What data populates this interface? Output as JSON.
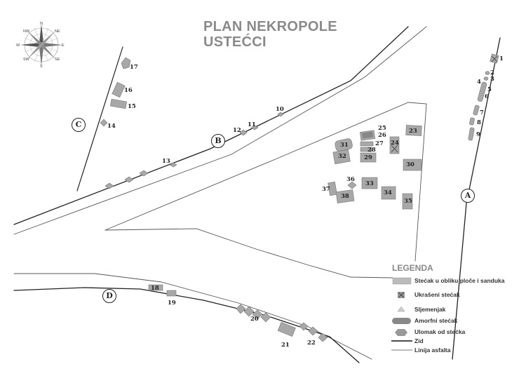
{
  "title": {
    "line1": "PLAN NEKROPOLE",
    "line2": "USTEĆCI"
  },
  "compass": {
    "directions": [
      "N",
      "NE",
      "E",
      "SE",
      "S",
      "SW",
      "W",
      "NW"
    ],
    "icon": "compass-rose-icon"
  },
  "zones": [
    "A",
    "B",
    "C",
    "D"
  ],
  "stecak_labels": [
    "1",
    "2",
    "3",
    "4",
    "5",
    "6",
    "7",
    "8",
    "9",
    "10",
    "11",
    "12",
    "13",
    "14",
    "15",
    "16",
    "17",
    "18",
    "19",
    "20",
    "21",
    "22",
    "23",
    "24",
    "25",
    "26",
    "27",
    "28",
    "29",
    "30",
    "31",
    "32",
    "33",
    "34",
    "35",
    "36",
    "37",
    "38"
  ],
  "legend": {
    "title": "LEGENDA",
    "items": [
      {
        "label": "Stećak u obliku ploče i  sanduka",
        "icon": "slab-chest-icon"
      },
      {
        "label": "Ukrašeni stećak",
        "icon": "decorated-stecak-icon"
      },
      {
        "label": "Sljemenjak",
        "icon": "gable-stecak-icon"
      },
      {
        "label": "Amorfni stećak",
        "icon": "amorphous-stecak-icon"
      },
      {
        "label": "Ulomak od stećka",
        "icon": "fragment-icon"
      },
      {
        "label": "Zid",
        "icon": "wall-line-icon"
      },
      {
        "label": "Linija asfalta",
        "icon": "asphalt-line-icon"
      }
    ]
  },
  "colors": {
    "wall": "#222222",
    "asphalt": "#666666",
    "stecak_fill": "#a8a8a8",
    "title_gray": "#8a8a8a"
  }
}
